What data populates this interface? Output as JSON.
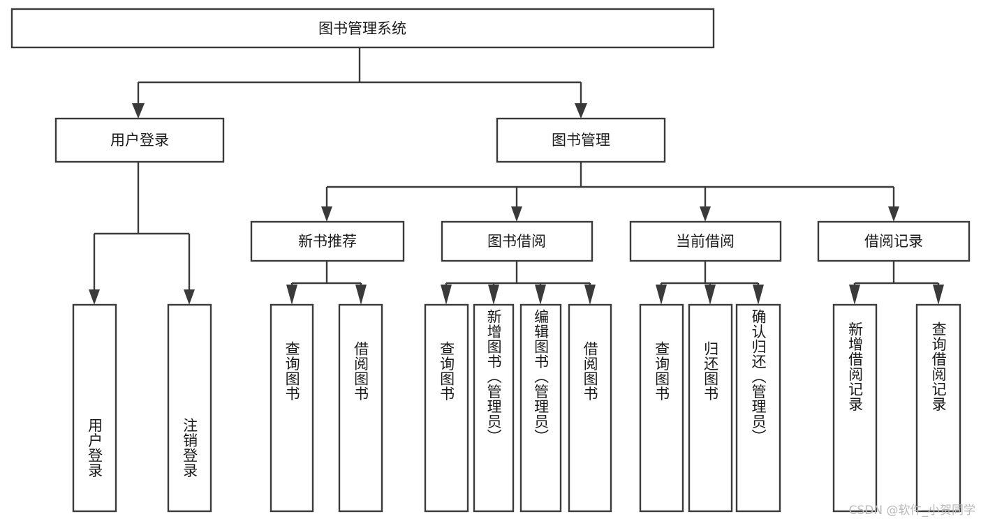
{
  "diagram": {
    "type": "tree-hierarchy",
    "title": "图书管理系统",
    "watermark": "CSDN @软件_小贺同学",
    "levels": [
      {
        "level": 1,
        "nodes": [
          {
            "id": "root",
            "label": "图书管理系统",
            "orientation": "horizontal"
          }
        ]
      },
      {
        "level": 2,
        "nodes": [
          {
            "id": "login",
            "label": "用户登录",
            "orientation": "horizontal",
            "parent": "root"
          },
          {
            "id": "bookmgmt",
            "label": "图书管理",
            "orientation": "horizontal",
            "parent": "root"
          }
        ]
      },
      {
        "level": 3,
        "nodes": [
          {
            "id": "newbook",
            "label": "新书推荐",
            "orientation": "horizontal",
            "parent": "bookmgmt"
          },
          {
            "id": "borrow",
            "label": "图书借阅",
            "orientation": "horizontal",
            "parent": "bookmgmt"
          },
          {
            "id": "current",
            "label": "当前借阅",
            "orientation": "horizontal",
            "parent": "bookmgmt"
          },
          {
            "id": "records",
            "label": "借阅记录",
            "orientation": "horizontal",
            "parent": "bookmgmt"
          }
        ]
      },
      {
        "level": 4,
        "nodes": [
          {
            "id": "leaf1",
            "label": "用户登录",
            "orientation": "vertical",
            "parent": "login"
          },
          {
            "id": "leaf2",
            "label": "注销登录",
            "orientation": "vertical",
            "parent": "login"
          },
          {
            "id": "leaf3",
            "label": "查询图书",
            "orientation": "vertical",
            "parent": "newbook"
          },
          {
            "id": "leaf4",
            "label": "借阅图书",
            "orientation": "vertical",
            "parent": "newbook"
          },
          {
            "id": "leaf5",
            "label": "查询图书",
            "orientation": "vertical",
            "parent": "borrow"
          },
          {
            "id": "leaf6",
            "label": "新增图书（管理员）",
            "orientation": "vertical",
            "parent": "borrow"
          },
          {
            "id": "leaf7",
            "label": "编辑图书（管理员）",
            "orientation": "vertical",
            "parent": "borrow"
          },
          {
            "id": "leaf8",
            "label": "借阅图书",
            "orientation": "vertical",
            "parent": "borrow"
          },
          {
            "id": "leaf9",
            "label": "查询图书",
            "orientation": "vertical",
            "parent": "current"
          },
          {
            "id": "leaf10",
            "label": "归还图书",
            "orientation": "vertical",
            "parent": "current"
          },
          {
            "id": "leaf11",
            "label": "确认归还（管理员）",
            "orientation": "vertical",
            "parent": "current"
          },
          {
            "id": "leaf12",
            "label": "新增借阅记录",
            "orientation": "vertical",
            "parent": "records"
          },
          {
            "id": "leaf13",
            "label": "查询借阅记录",
            "orientation": "vertical",
            "parent": "records"
          }
        ]
      }
    ],
    "colors": {
      "stroke": "#3a3a3a",
      "fill": "#ffffff",
      "text": "#1a1a1a",
      "watermark": "#b9b9b9"
    }
  }
}
